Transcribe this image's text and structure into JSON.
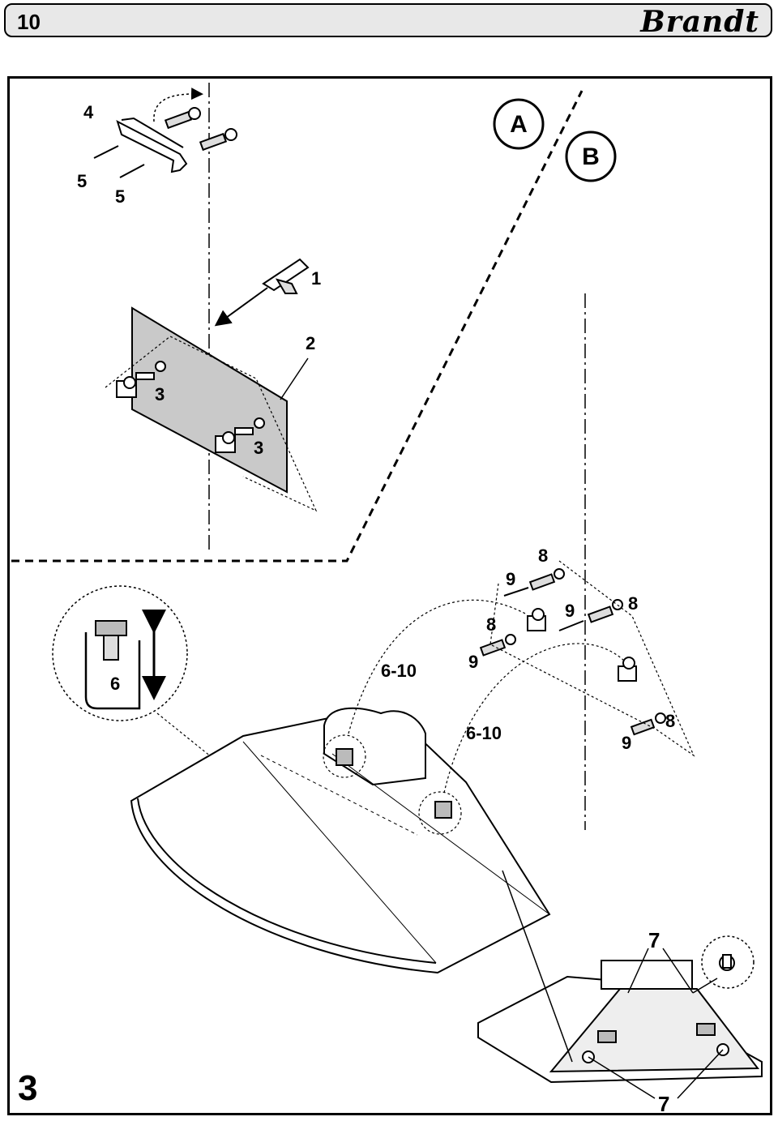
{
  "header": {
    "page_number": "10",
    "brand": "Brandt"
  },
  "figure_number": "3",
  "zones": {
    "a": "A",
    "b": "B"
  },
  "callouts": {
    "c1": "1",
    "c2": "2",
    "c3a": "3",
    "c3b": "3",
    "c4": "4",
    "c5a": "5",
    "c5b": "5",
    "c6": "6",
    "c610a": "6-10",
    "c610b": "6-10",
    "c7top": "7",
    "c7bottom": "7",
    "c8a": "8",
    "c8b": "8",
    "c8c": "8",
    "c8d": "8",
    "c9a": "9",
    "c9b": "9",
    "c9c": "9",
    "c9d": "9"
  }
}
